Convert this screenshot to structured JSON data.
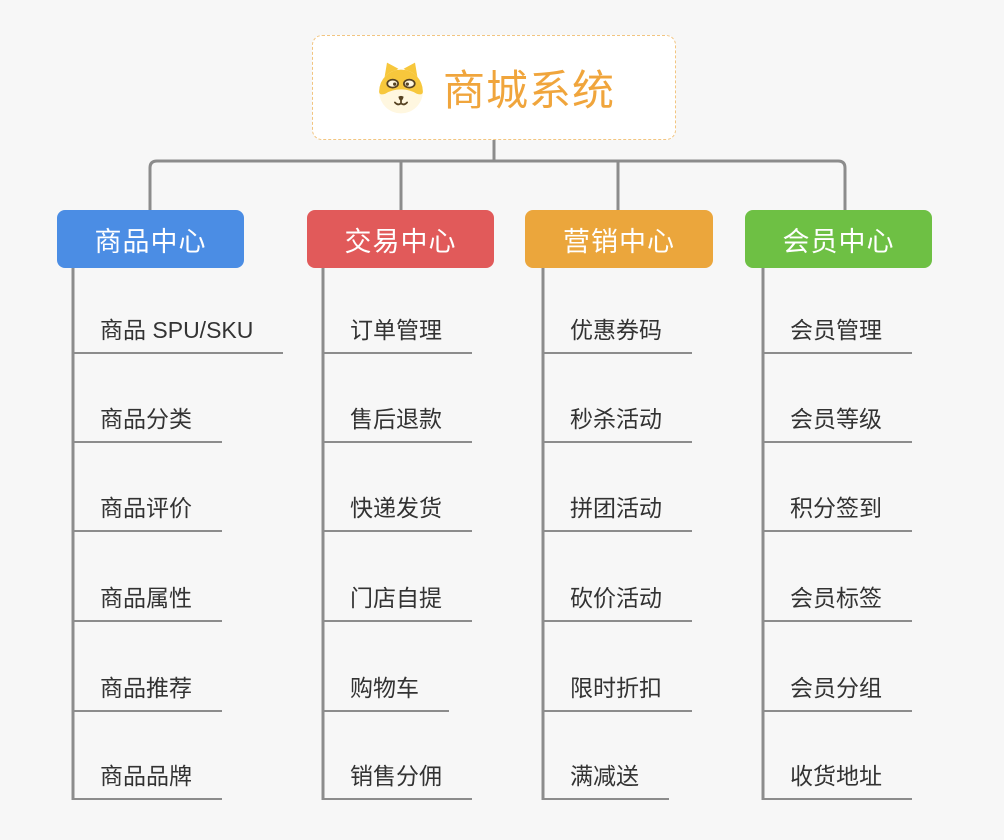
{
  "background_color": "#F7F7F7",
  "connector_color": "#8C8C8C",
  "root": {
    "title": "商城系统",
    "icon": "dog-face-icon",
    "text_color": "#F0A53C",
    "border_color": "#F2C581"
  },
  "branches": [
    {
      "label": "商品中心",
      "color": "#4B8DE4",
      "children": [
        "商品 SPU/SKU",
        "商品分类",
        "商品评价",
        "商品属性",
        "商品推荐",
        "商品品牌"
      ]
    },
    {
      "label": "交易中心",
      "color": "#E15A5A",
      "children": [
        "订单管理",
        "售后退款",
        "快递发货",
        "门店自提",
        "购物车",
        "销售分佣"
      ]
    },
    {
      "label": "营销中心",
      "color": "#EBA63C",
      "children": [
        "优惠券码",
        "秒杀活动",
        "拼团活动",
        "砍价活动",
        "限时折扣",
        "满减送"
      ]
    },
    {
      "label": "会员中心",
      "color": "#6EC044",
      "children": [
        "会员管理",
        "会员等级",
        "积分签到",
        "会员标签",
        "会员分组",
        "收货地址"
      ]
    }
  ]
}
